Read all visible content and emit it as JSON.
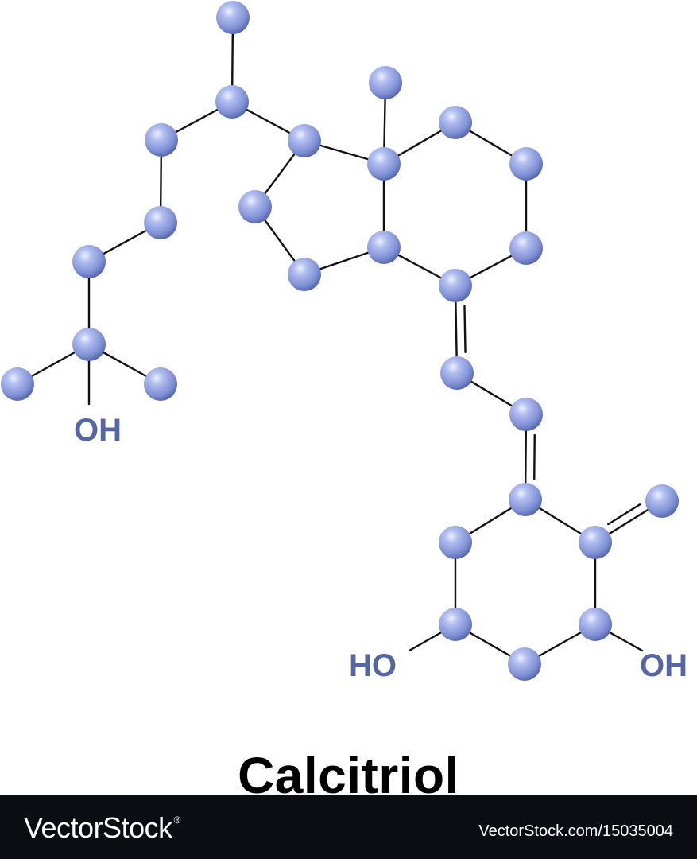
{
  "title": "Calcitriol",
  "labels": {
    "oh_side_chain": "OH",
    "ho_ring": "HO",
    "oh_ring": "OH"
  },
  "colors": {
    "atom": "#7f8fd4",
    "label": "#5565a6",
    "bond": "#111111"
  },
  "footer": {
    "brand": "VectorStock",
    "registered": "®",
    "image_id": "VectorStock.com/15035004"
  }
}
